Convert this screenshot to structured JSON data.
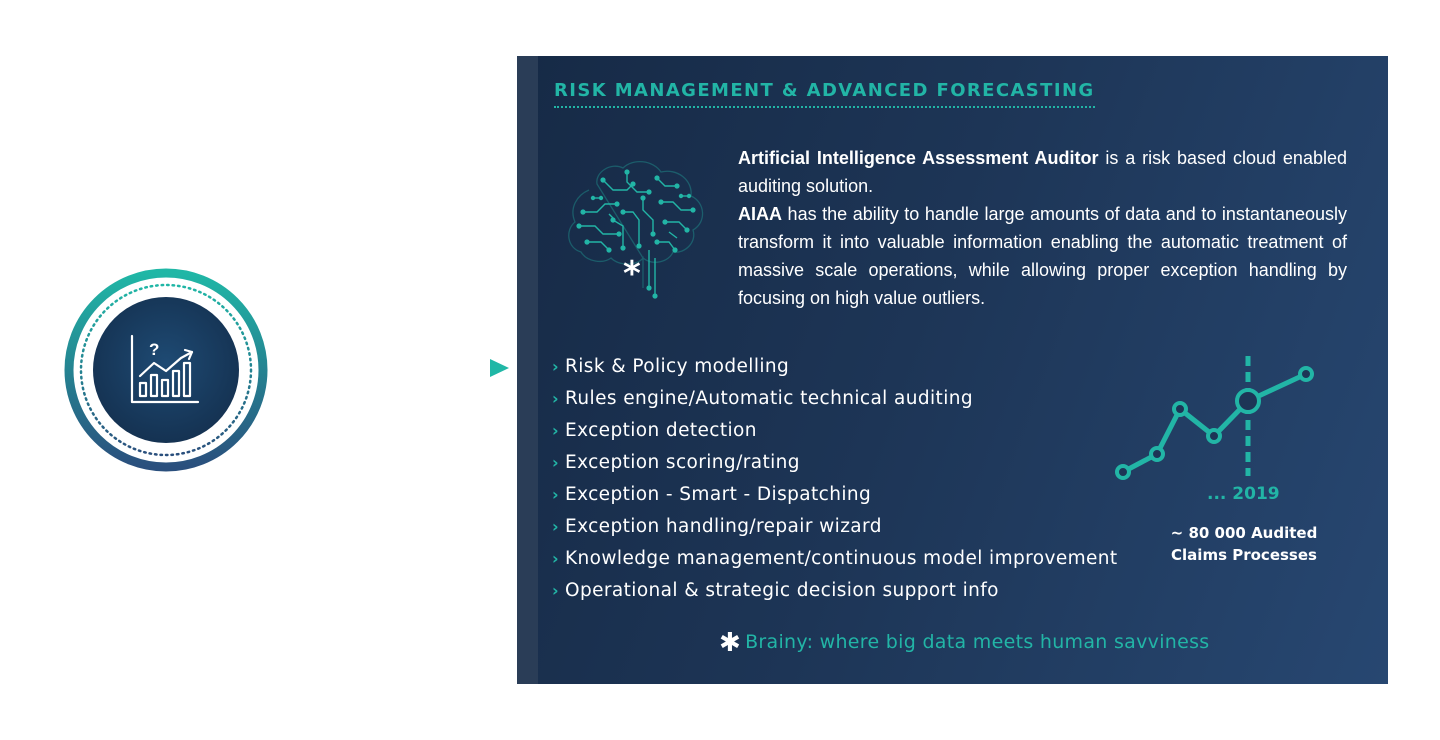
{
  "panel": {
    "title": "RISK MANAGEMENT & ADVANCED FORECASTING",
    "description": {
      "p1_bold": "Artificial Intelligence Assessment Auditor",
      "p1_rest": " is a risk based cloud enabled auditing solution.",
      "p2_bold": "AIAA",
      "p2_rest": " has the ability to handle large amounts of data and to instantaneously transform it into valuable information enabling the automatic treatment of massive scale operations, while allowing proper exception handling by focusing on high value outliers."
    },
    "brain_marker": "*",
    "features": [
      "Risk & Policy modelling",
      "Rules engine/Automatic technical auditing",
      "Exception detection",
      "Exception scoring/rating",
      "Exception - Smart - Dispatching",
      "Exception handling/repair wizard",
      "Knowledge management/continuous model improvement",
      "Operational & strategic decision support info"
    ],
    "feature_bullet": "›",
    "year_label": "... 2019",
    "audited_label_line1": "~ 80 000 Audited",
    "audited_label_line2": "Claims Processes",
    "tagline_star": "✱",
    "tagline": "Brainy: where big data meets human savviness"
  },
  "emblem": {
    "icon": "analytics-question-icon",
    "glyph": "?"
  },
  "colors": {
    "accent": "#22b5a6",
    "panel_dark": "#162a46",
    "panel_light": "#274771",
    "emblem_ring": "#1f6e8a",
    "text": "#ffffff"
  }
}
